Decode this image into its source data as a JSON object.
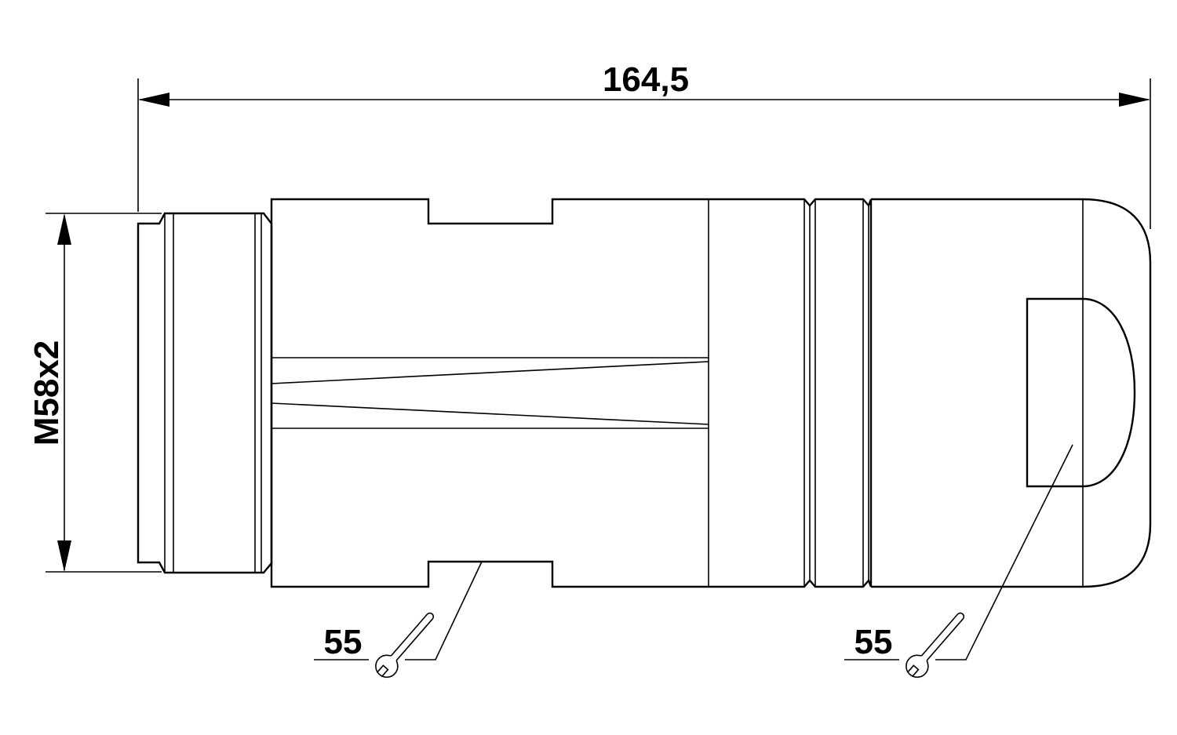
{
  "dimensions": {
    "overall_length": "164,5",
    "thread": "M58x2"
  },
  "wrench_sizes": {
    "left": "55",
    "right": "55"
  },
  "colors": {
    "line": "#000000",
    "background": "#ffffff"
  },
  "icons": {
    "wrench": "wrench-icon"
  }
}
